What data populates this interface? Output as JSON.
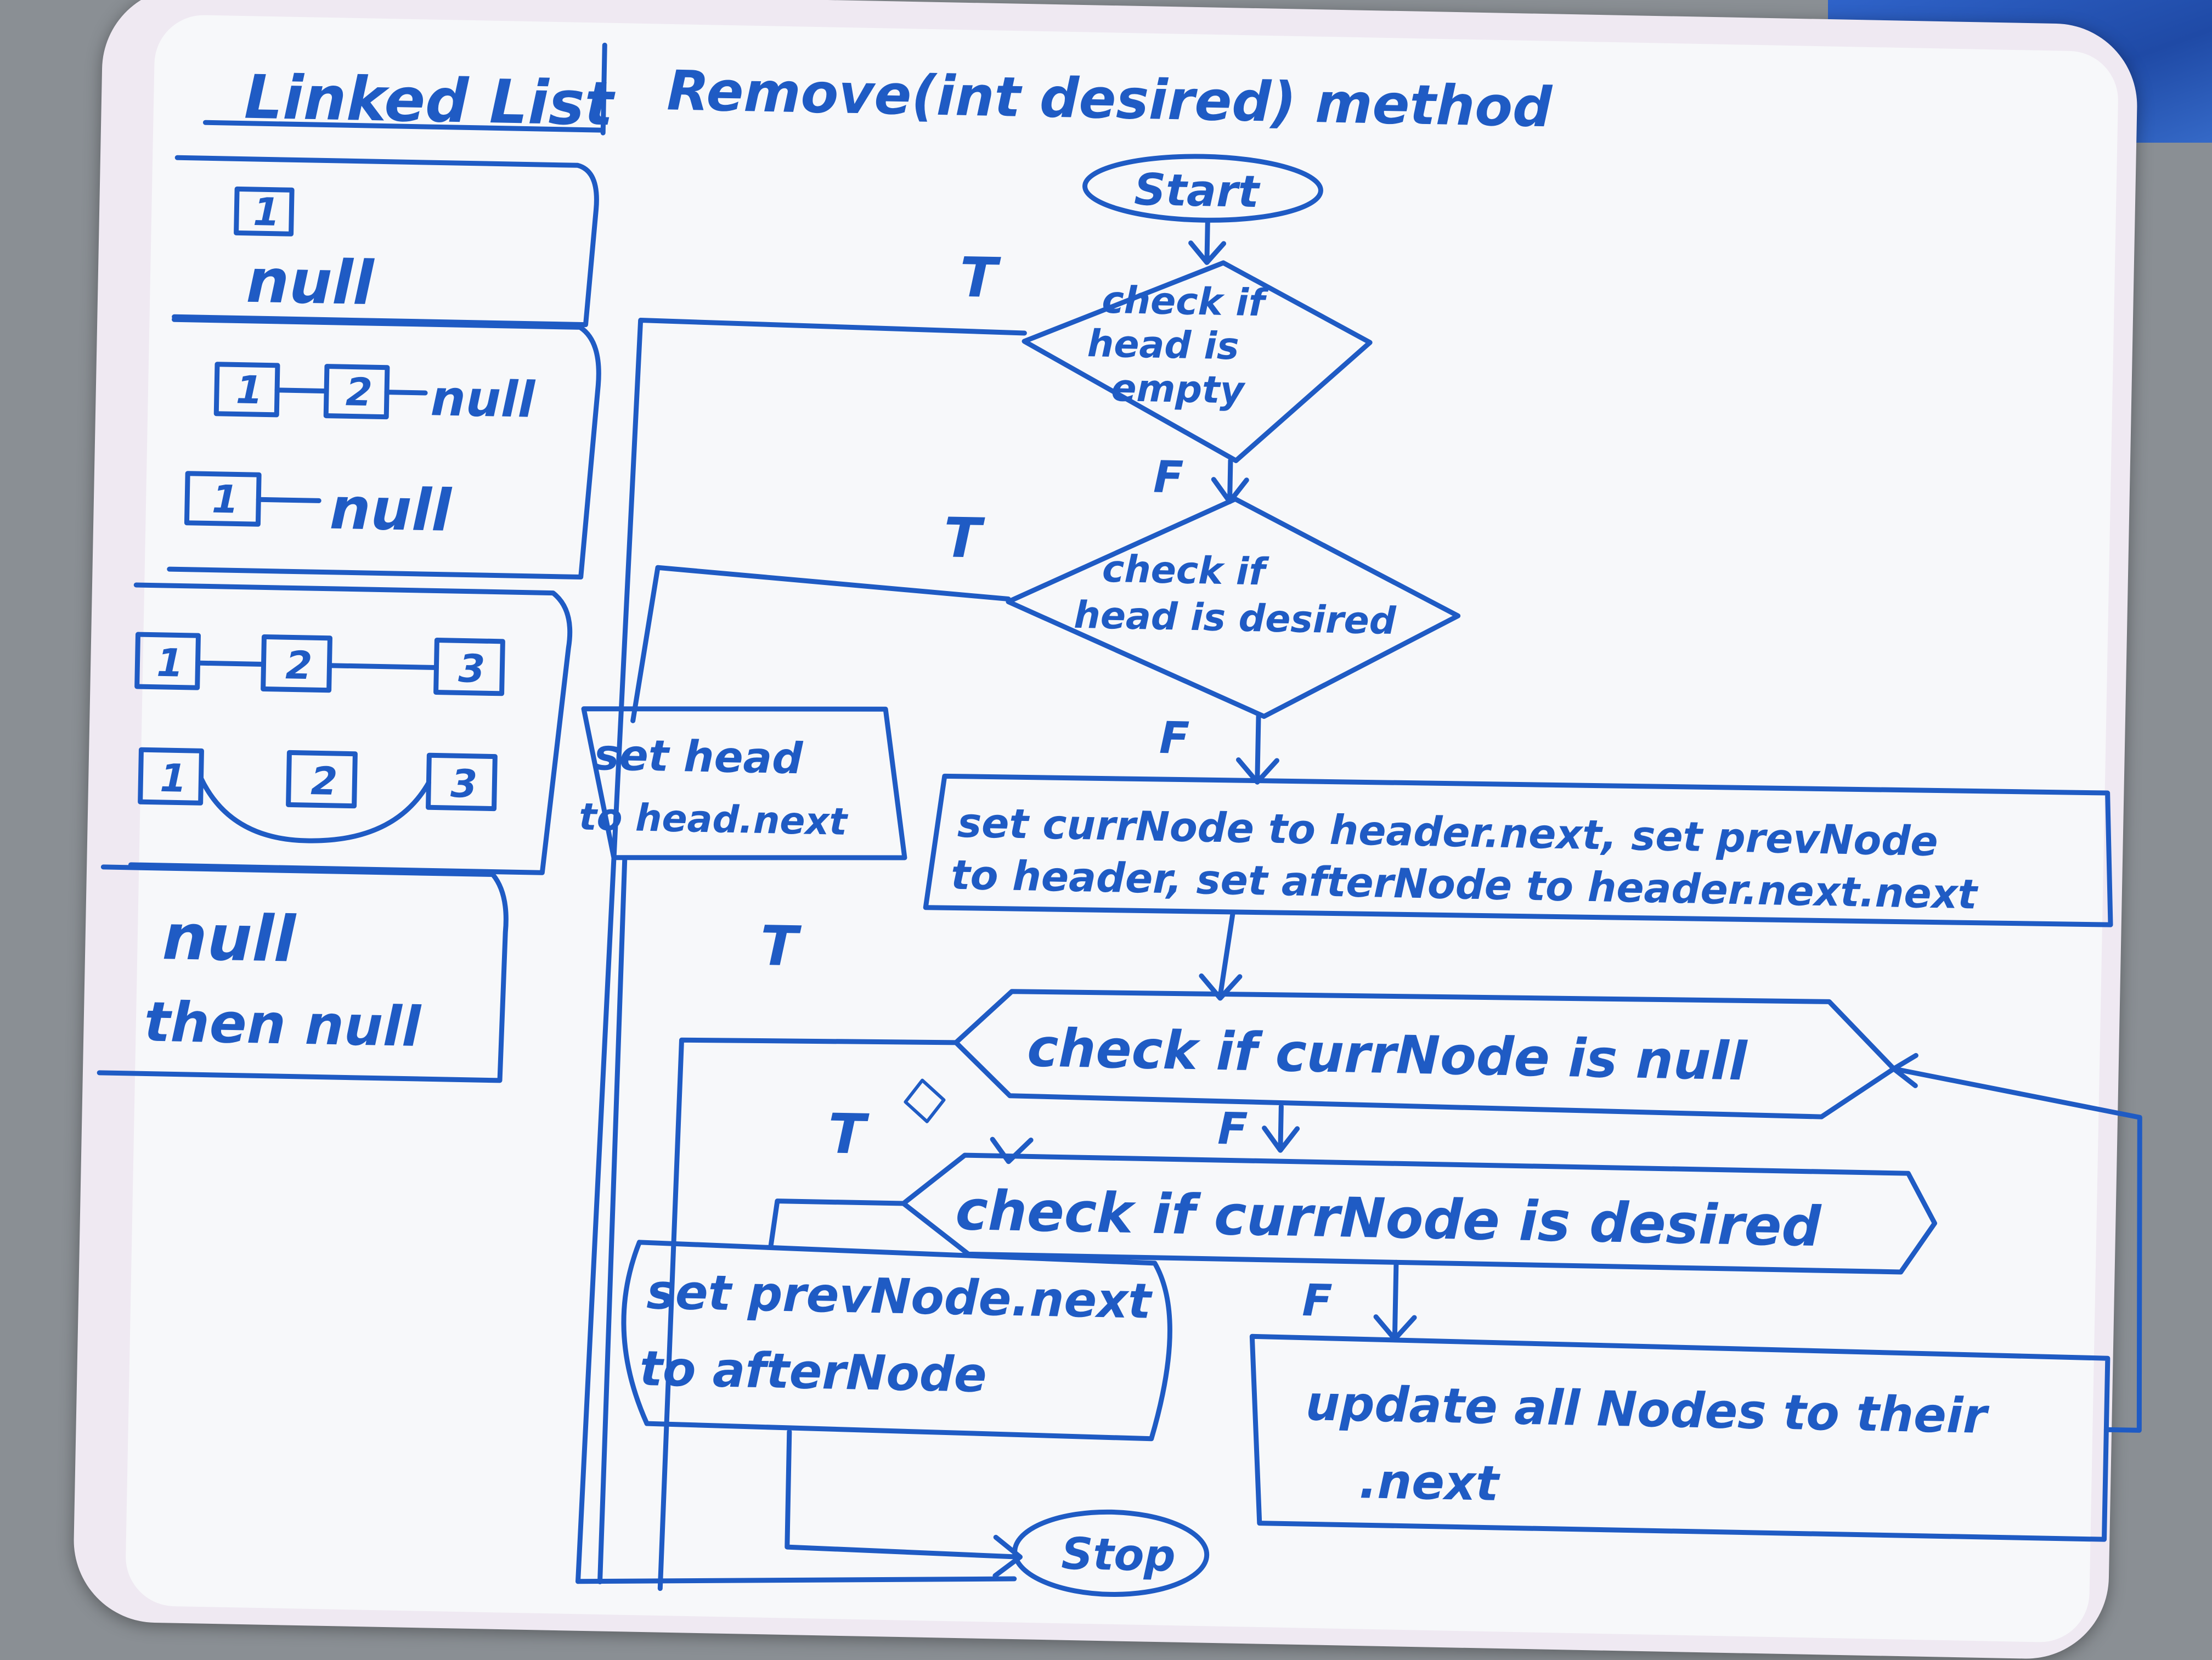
{
  "panel": {
    "title": "Linked List",
    "cases": [
      {
        "nodes": [
          "1"
        ],
        "text": "null"
      },
      {
        "row1": [
          "1",
          "2"
        ],
        "row1_tail": "null",
        "row2": [
          "1"
        ],
        "row2_tail": "null"
      },
      {
        "row1": [
          "1",
          "2",
          "3"
        ],
        "row2": [
          "1",
          "2",
          "3"
        ]
      },
      {
        "line1": "null",
        "line2": "then null"
      }
    ]
  },
  "flowchart": {
    "title": "Remove(int desired) method",
    "start": "Start",
    "decision_head_empty": [
      "check if",
      "head is",
      "empty"
    ],
    "decision_head_desired": [
      "check if",
      "head is desired"
    ],
    "process_set_head": [
      "set head",
      "to head.next"
    ],
    "process_init": [
      "set currNode to header.next, set prevNode",
      "to header, set afterNode to header.next.next"
    ],
    "decision_curr_null": "check if currNode is null",
    "decision_curr_desired": "check if currNode is desired",
    "process_relink": [
      "set prevNode.next",
      "to afterNode"
    ],
    "process_advance": [
      "update all Nodes to their",
      ".next"
    ],
    "stop": "Stop",
    "branch_true": "T",
    "branch_false": "F"
  }
}
